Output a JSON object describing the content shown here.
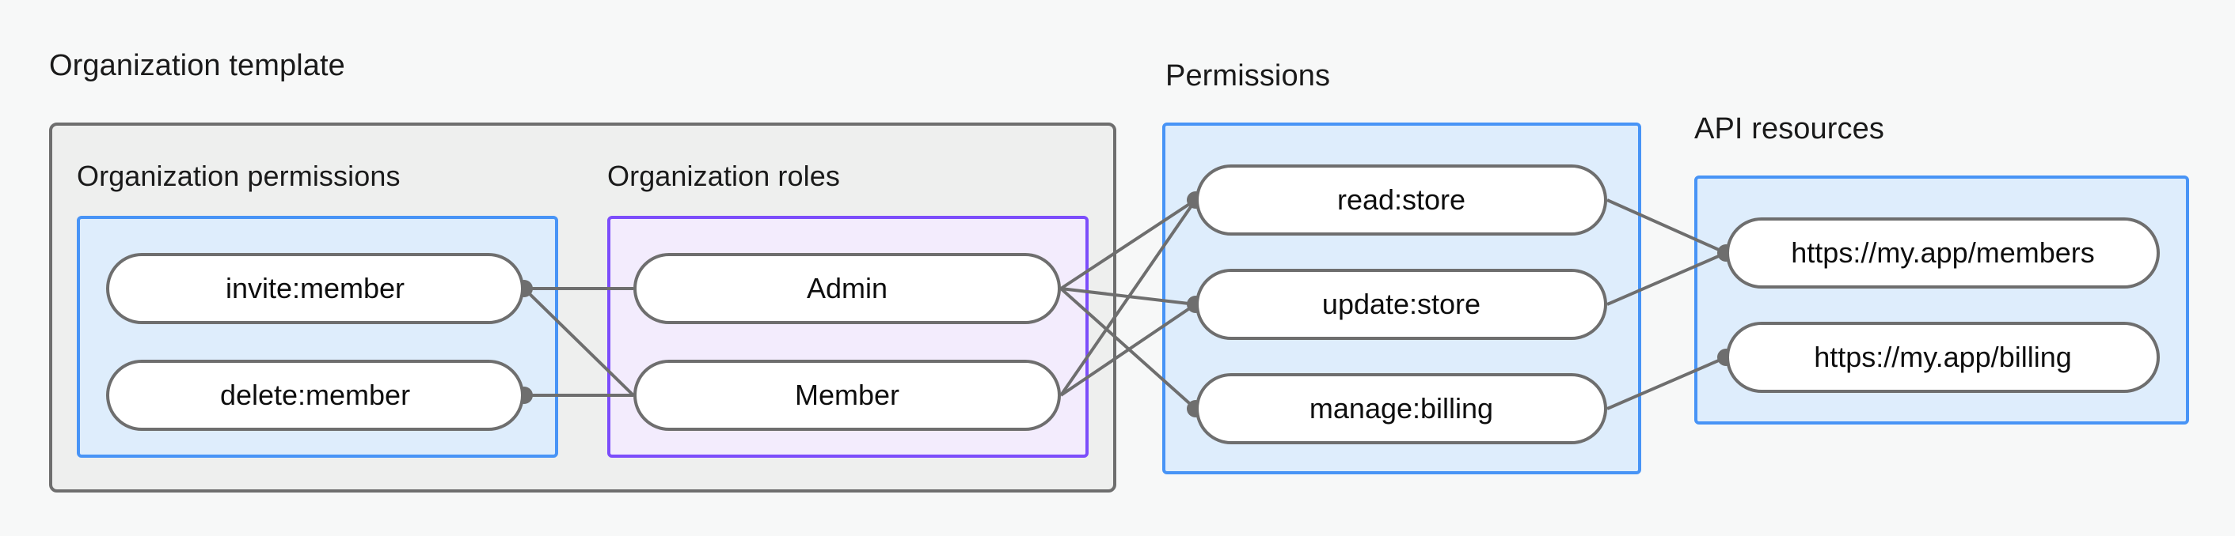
{
  "diagram": {
    "title_not_shown": "",
    "colors": {
      "background": "#f7f8f8",
      "outer_container_fill": "#eeefee",
      "outer_container_border": "#6e6e6e",
      "blue_fill": "#deedfc",
      "blue_border": "#4894f6",
      "purple_fill": "#f3ecfd",
      "purple_border": "#7c4dfb",
      "node_fill": "#ffffff",
      "node_border": "#6e6e6e",
      "edge": "#6e6e6e"
    },
    "groups": {
      "organization_template": {
        "label": "Organization template"
      },
      "organization_permissions": {
        "label": "Organization permissions"
      },
      "organization_roles": {
        "label": "Organization roles"
      },
      "permissions": {
        "label": "Permissions"
      },
      "api_resources": {
        "label": "API resources"
      }
    },
    "nodes": {
      "org_permissions": [
        {
          "id": "invite-member",
          "label": "invite:member"
        },
        {
          "id": "delete-member",
          "label": "delete:member"
        }
      ],
      "org_roles": [
        {
          "id": "admin",
          "label": "Admin"
        },
        {
          "id": "member",
          "label": "Member"
        }
      ],
      "permissions": [
        {
          "id": "read-store",
          "label": "read:store"
        },
        {
          "id": "update-store",
          "label": "update:store"
        },
        {
          "id": "manage-billing",
          "label": "manage:billing"
        }
      ],
      "api_resources": [
        {
          "id": "members-url",
          "label": "https://my.app/members"
        },
        {
          "id": "billing-url",
          "label": "https://my.app/billing"
        }
      ]
    },
    "edges": [
      {
        "from": "invite-member",
        "to": "admin"
      },
      {
        "from": "invite-member",
        "to": "member"
      },
      {
        "from": "delete-member",
        "to": "member"
      },
      {
        "from": "admin",
        "to": "read-store"
      },
      {
        "from": "admin",
        "to": "update-store"
      },
      {
        "from": "admin",
        "to": "manage-billing"
      },
      {
        "from": "member",
        "to": "read-store"
      },
      {
        "from": "member",
        "to": "update-store"
      },
      {
        "from": "read-store",
        "to": "members-url"
      },
      {
        "from": "update-store",
        "to": "members-url"
      },
      {
        "from": "manage-billing",
        "to": "billing-url"
      }
    ]
  }
}
